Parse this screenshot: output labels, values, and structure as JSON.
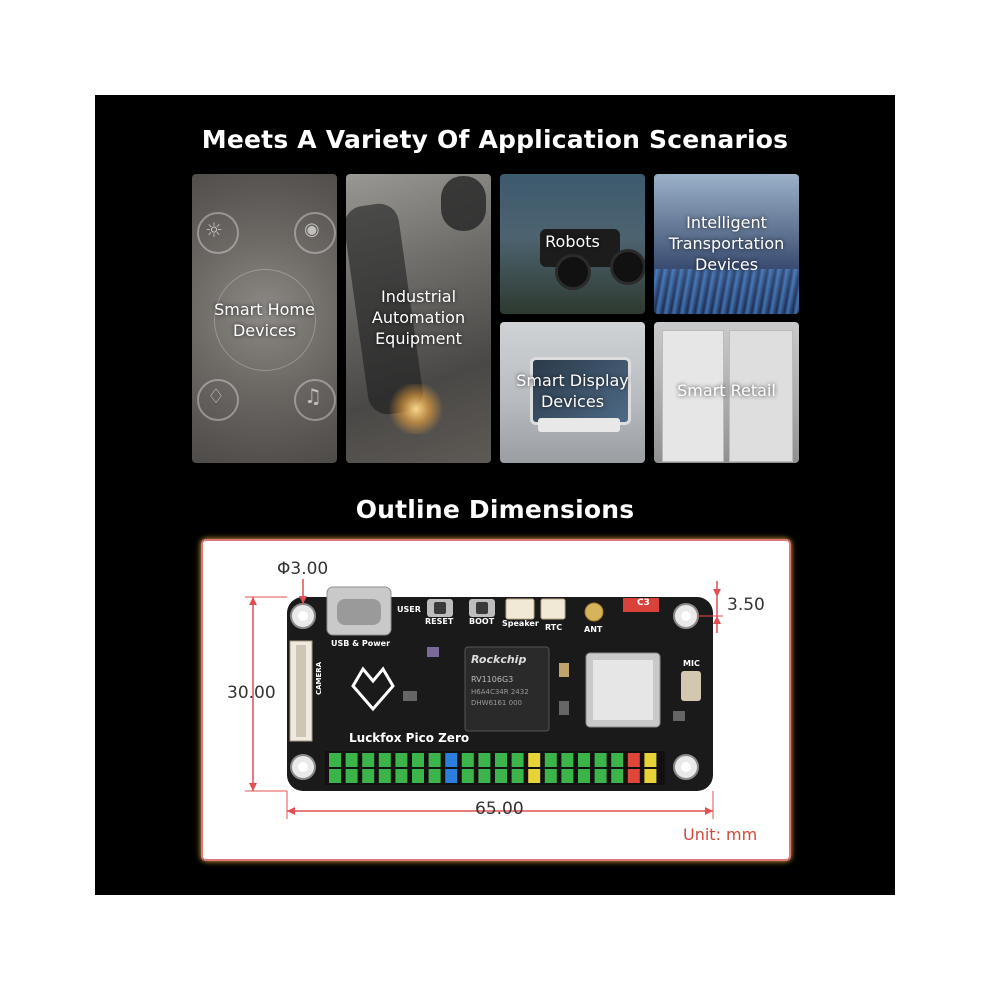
{
  "headings": {
    "scenarios": "Meets A Variety Of Application Scenarios",
    "outline": "Outline Dimensions"
  },
  "tiles": {
    "smart_home": "Smart Home\nDevices",
    "industrial": "Industrial\nAutomation\nEquipment",
    "robots": "Robots",
    "transport": "Intelligent\nTransportation\nDevices",
    "display": "Smart Display\nDevices",
    "retail": "Smart Retail"
  },
  "dimensions": {
    "hole": "Φ3.00",
    "edge": "3.50",
    "height": "30.00",
    "width": "65.00",
    "unit": "Unit: mm"
  },
  "board": {
    "name": "Luckfox Pico Zero",
    "user": "USER",
    "reset": "RESET",
    "boot": "BOOT",
    "speaker": "Speaker",
    "rtc": "RTC",
    "ant": "ANT",
    "usb": "USB & Power",
    "camera": "CAMERA",
    "mic": "MIC",
    "c3": "C3",
    "chip_brand": "Rockchip",
    "chip_model": "RV1106G3",
    "chip_line2": "H6A4C34R 2432",
    "chip_line3": "DHW6161 000"
  },
  "colors": {
    "panel": "#000000",
    "border": "#e07a7a",
    "dim_line": "#e05050",
    "pcb": "#1a1a1a",
    "pin_green": "#3bb54a",
    "pin_blue": "#2a7fd9",
    "pin_yellow": "#e8d23a",
    "pin_red": "#e0453a"
  }
}
